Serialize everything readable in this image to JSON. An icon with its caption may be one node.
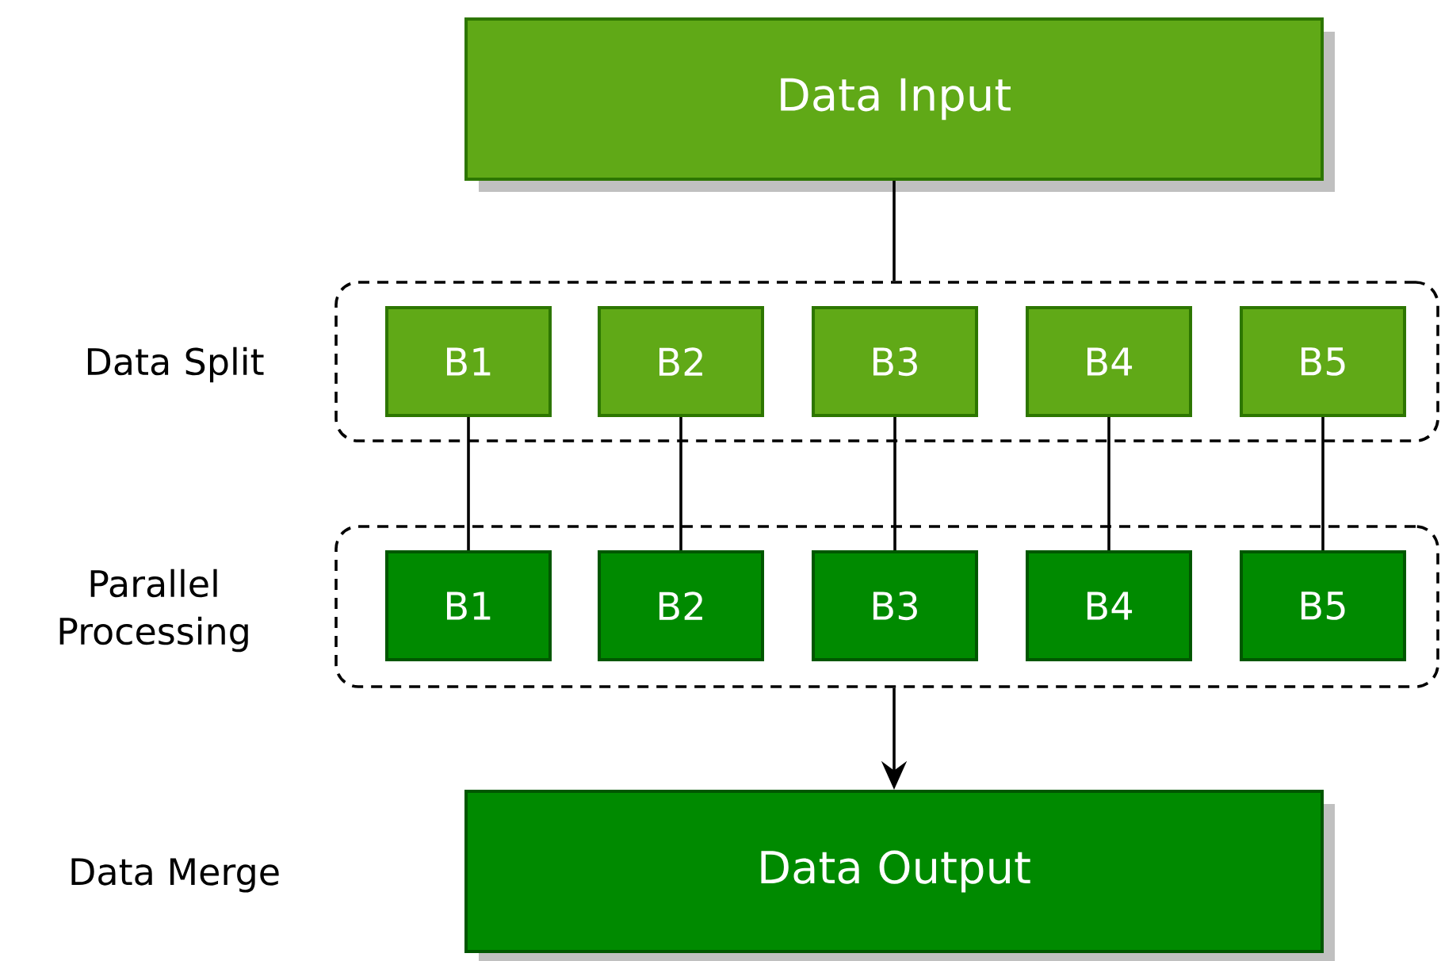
{
  "diagram": {
    "nodes": [
      {
        "text": [
          "Data Input"
        ]
      },
      {
        "text": [
          "Data Split"
        ]
      },
      {
        "text": [
          "B1"
        ],
        "in": 1
      },
      {
        "text": [
          "B2"
        ],
        "in": 1
      },
      {
        "text": [
          "B3"
        ],
        "in": 1
      },
      {
        "text": [
          "B4"
        ],
        "in": 1
      },
      {
        "text": [
          "B5"
        ],
        "in": 1
      },
      {
        "text": [
          "Parallel Processing"
        ]
      },
      {
        "text": [
          "B1"
        ],
        "in": 7
      },
      {
        "text": [
          "B2"
        ],
        "in": 7
      },
      {
        "text": [
          "B3"
        ],
        "in": 7
      },
      {
        "text": [
          "B4"
        ],
        "in": 7
      },
      {
        "text": [
          "B5"
        ],
        "in": 7
      },
      {
        "text": [
          "Data Output"
        ]
      }
    ],
    "labels": [
      "Data Merge"
    ],
    "edges": [
      {
        "from": 0,
        "to": 1,
        "arrow": "none"
      },
      {
        "from": 2,
        "to": 8,
        "arrow": "none"
      },
      {
        "from": 3,
        "to": 9,
        "arrow": "none"
      },
      {
        "from": 4,
        "to": 10,
        "arrow": "none"
      },
      {
        "from": 5,
        "to": 11,
        "arrow": "none"
      },
      {
        "from": 6,
        "to": 12,
        "arrow": "none"
      },
      {
        "from": 7,
        "to": 13,
        "arrow": "to"
      }
    ]
  }
}
